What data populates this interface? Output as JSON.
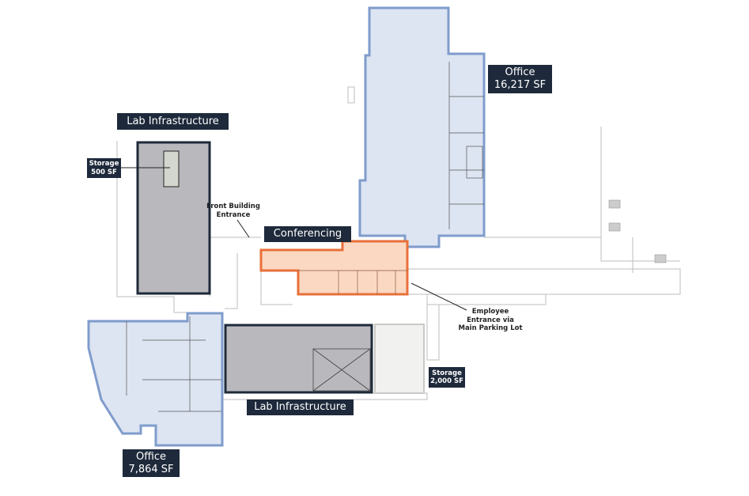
{
  "colors": {
    "office_fill": "#dde4f2",
    "office_stroke": "#7f9ccc",
    "conf_fill": "#fbd8c2",
    "conf_stroke": "#e8703a",
    "lab_fill": "#b9b9bd",
    "lab_stroke": "#1e2a3b",
    "label_bg": "#1e2a3b"
  },
  "labels": {
    "office_north": {
      "name": "Office",
      "area": "16,217 SF"
    },
    "lab_west": {
      "name": "Lab Infrastructure"
    },
    "storage_small": {
      "name": "Storage",
      "area": "500 SF"
    },
    "front_entrance": {
      "line1": "Front Building",
      "line2": "Entrance"
    },
    "conferencing": {
      "name": "Conferencing"
    },
    "employee_entrance": {
      "line1": "Employee",
      "line2": "Entrance via",
      "line3": "Main Parking Lot"
    },
    "storage_large": {
      "name": "Storage",
      "area": "2,000 SF"
    },
    "lab_south": {
      "name": "Lab Infrastructure"
    },
    "office_south": {
      "name": "Office",
      "area": "7,864 SF"
    }
  }
}
